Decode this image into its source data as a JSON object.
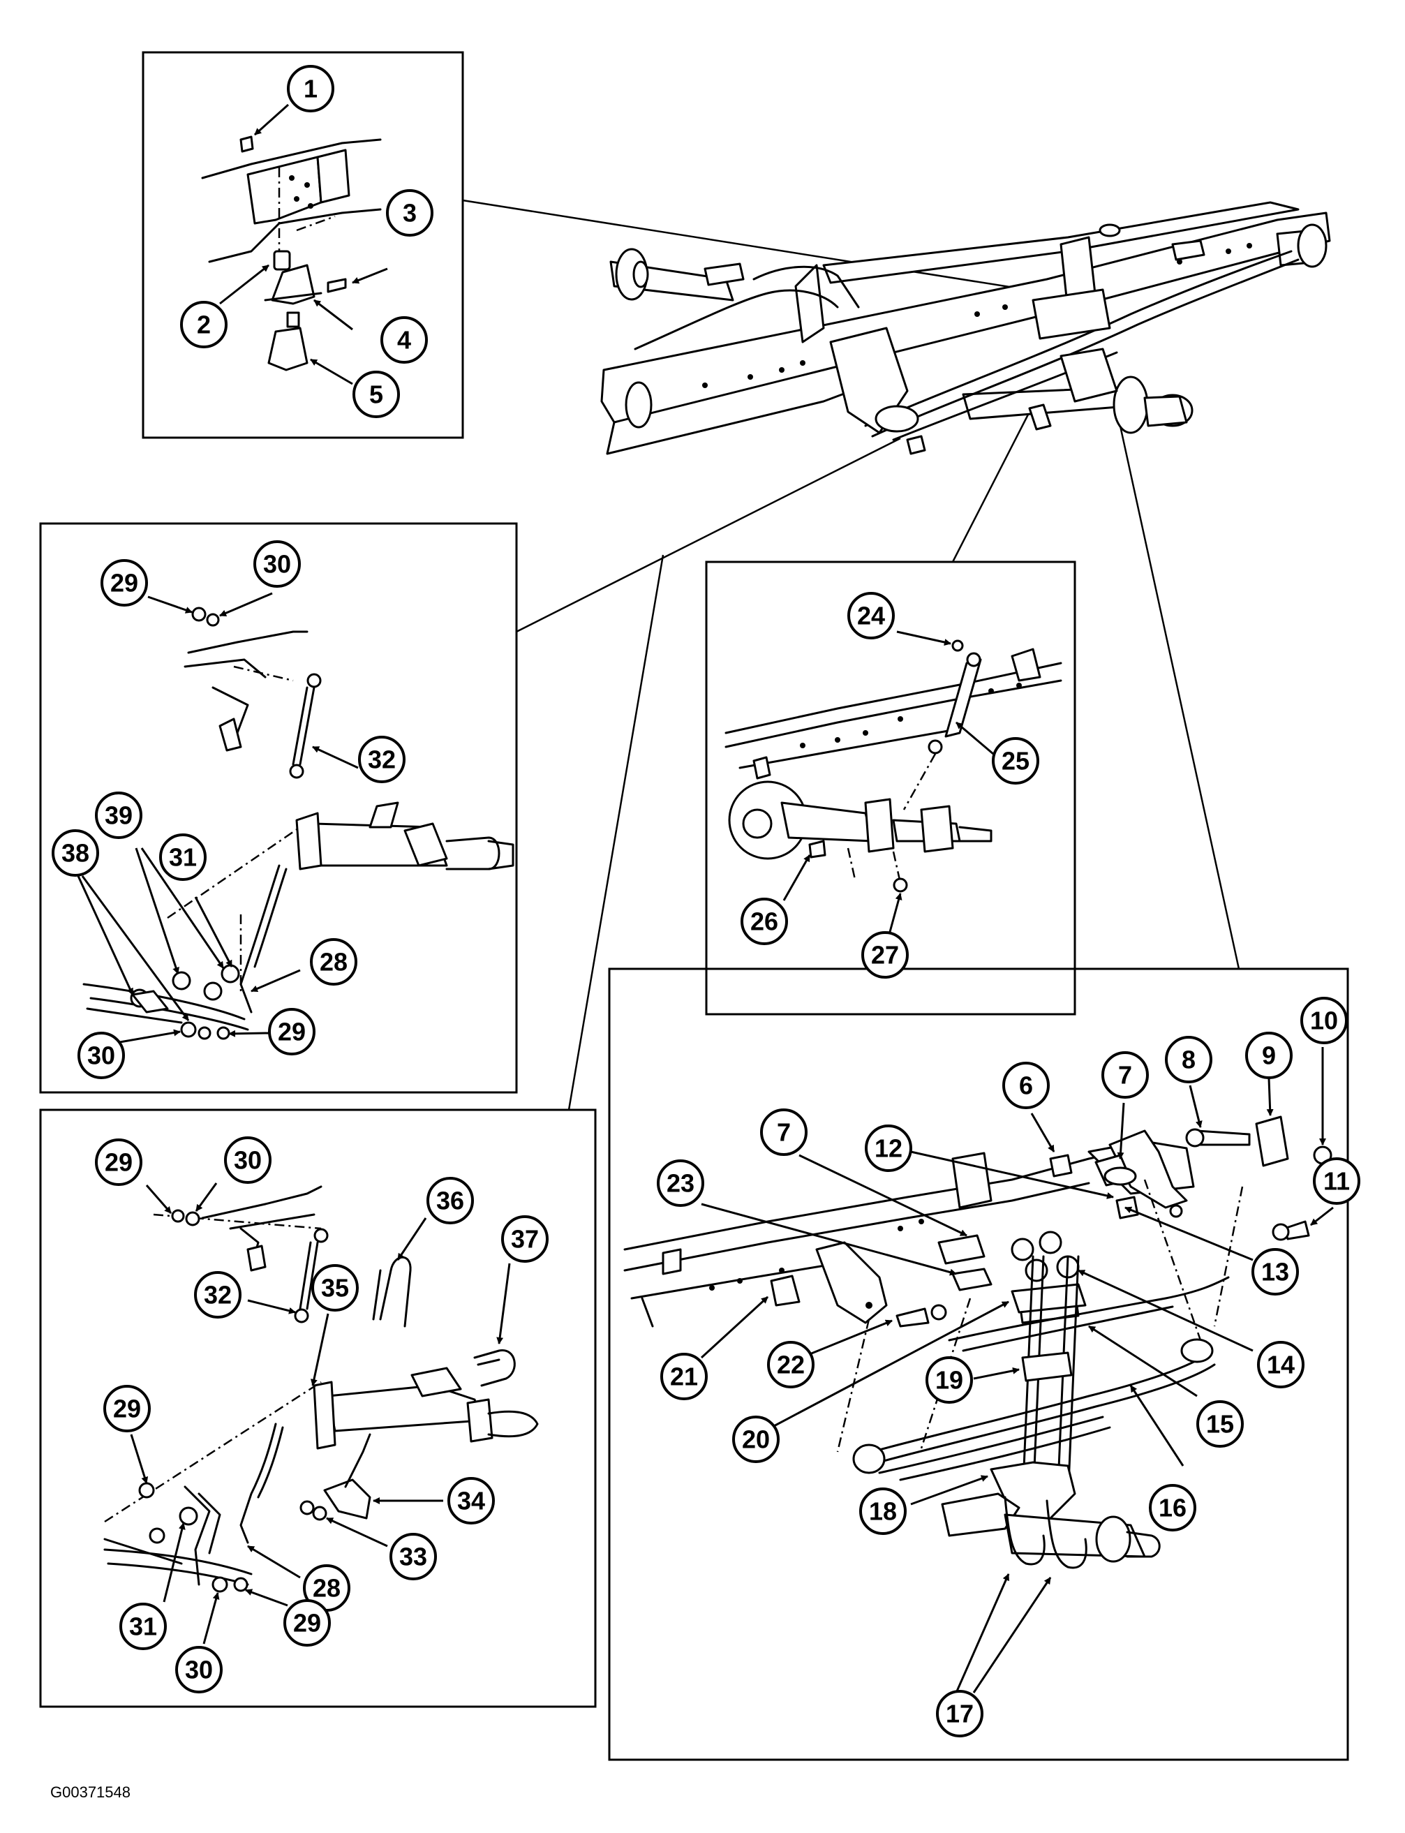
{
  "figure_code": "G00371548",
  "callouts": {
    "main_top": [
      "1",
      "2",
      "3",
      "4",
      "5"
    ],
    "left_middle": [
      "29",
      "30",
      "32",
      "39",
      "31",
      "38",
      "28",
      "30",
      "29"
    ],
    "center_middle": [
      "24",
      "25",
      "26",
      "27"
    ],
    "left_bottom": [
      "29",
      "30",
      "36",
      "37",
      "32",
      "35",
      "29",
      "34",
      "33",
      "28",
      "31",
      "30",
      "29"
    ],
    "right_bottom": [
      "8",
      "9",
      "10",
      "6",
      "7",
      "7",
      "12",
      "11",
      "23",
      "13",
      "14",
      "21",
      "22",
      "19",
      "15",
      "20",
      "16",
      "18",
      "17"
    ]
  },
  "icons": [
    "arrow-icon",
    "bolt-icon",
    "nut-icon",
    "washer-icon",
    "bushing-icon",
    "bracket-icon",
    "u-bolt-icon"
  ]
}
